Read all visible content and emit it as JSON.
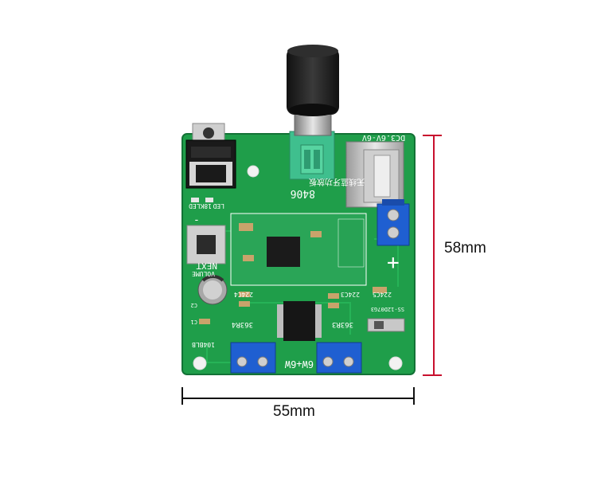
{
  "product": {
    "board_color": "#1f9e4a",
    "silkscreen": {
      "model": "8406",
      "chinese_title": "无线蓝牙功放板",
      "power_input": "DC3.6V-6V",
      "button_label": "NEXT",
      "knob_label": "VOLUME",
      "output_spec": "6W+6W",
      "plus_sign": "+",
      "minus_sign": "-",
      "led_label": "LED",
      "cap_c3": "224C3",
      "cap_c4": "224C4",
      "cap_c5": "224C5",
      "res_r3": "363R3",
      "res_r4": "363R4",
      "cap_c2": "C2",
      "cap_c1": "C1",
      "switch_label": "SS-12D07G3",
      "led_part": "18KLED",
      "chip_label": "104BLB"
    }
  },
  "dimensions": {
    "height_label": "58mm",
    "width_label": "55mm",
    "line_color": "#c8102e"
  }
}
